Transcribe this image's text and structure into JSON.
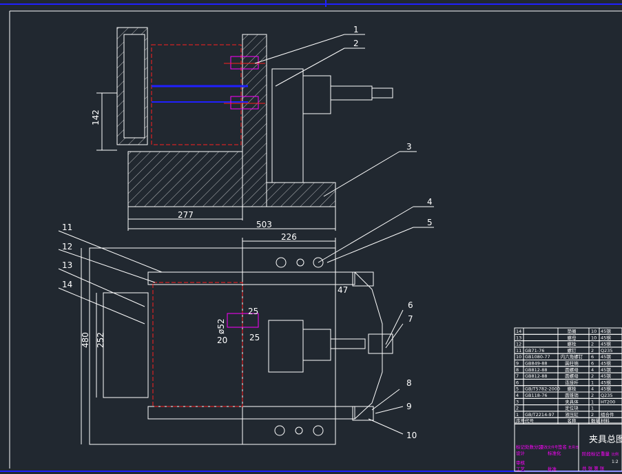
{
  "colors": {
    "background": "#212830",
    "line": "#ffffff",
    "red": "#ff2020",
    "blue": "#2020ff",
    "magenta": "#ff00ff"
  },
  "callouts": [
    "1",
    "2",
    "3",
    "4",
    "5",
    "6",
    "7",
    "8",
    "9",
    "10",
    "11",
    "12",
    "13",
    "14"
  ],
  "dimensions": {
    "d142": "142",
    "d277": "277",
    "d503": "503",
    "d226": "226",
    "d47": "47",
    "d480": "480",
    "d252": "252",
    "d52": "ø52",
    "d25a": "25",
    "d20": "20",
    "d25b": "25"
  },
  "parts_list": {
    "header": [
      "序号",
      "代号",
      "名称",
      "数量",
      "材料"
    ],
    "rows": [
      [
        "14",
        "",
        "垫圈",
        "10",
        "45钢"
      ],
      [
        "13",
        "",
        "螺母",
        "10",
        "45钢"
      ],
      [
        "12",
        "",
        "螺栓",
        "2",
        "45钢"
      ],
      [
        "11",
        "GB71-76",
        "螺钉",
        "2",
        "Q235"
      ],
      [
        "10",
        "GB1080-77",
        "内六角螺钉",
        "6",
        "45钢"
      ],
      [
        "9",
        "GB849-88",
        "圆柱销",
        "6",
        "45钢"
      ],
      [
        "8",
        "GB812-88",
        "圆螺母",
        "4",
        "45钢"
      ],
      [
        "7",
        "GB812-88",
        "圆螺母",
        "2",
        "45钢"
      ],
      [
        "6",
        "",
        "连接杆",
        "1",
        "45钢"
      ],
      [
        "5",
        "GB/T5782-2000",
        "螺栓",
        "4",
        "45钢"
      ],
      [
        "4",
        "GB118-76",
        "圆锥销",
        "2",
        "Q235"
      ],
      [
        "3",
        "",
        "夹具体",
        "1",
        "HT200"
      ],
      [
        "2",
        "",
        "定位块",
        "1",
        ""
      ],
      [
        "1",
        "GB/T2214-97",
        "液压缸",
        "2",
        "组合件"
      ]
    ]
  },
  "title_block": {
    "title": "夹具总图",
    "labels": [
      "标记",
      "处数",
      "分区",
      "更改文件号",
      "签名",
      "年月日",
      "设计",
      "标准化",
      "审核",
      "工艺",
      "批准"
    ],
    "stage": "阶段标记",
    "weight": "重量",
    "scale": "比例",
    "scale_value": "1:2",
    "sheet": "共 张 第 张"
  }
}
